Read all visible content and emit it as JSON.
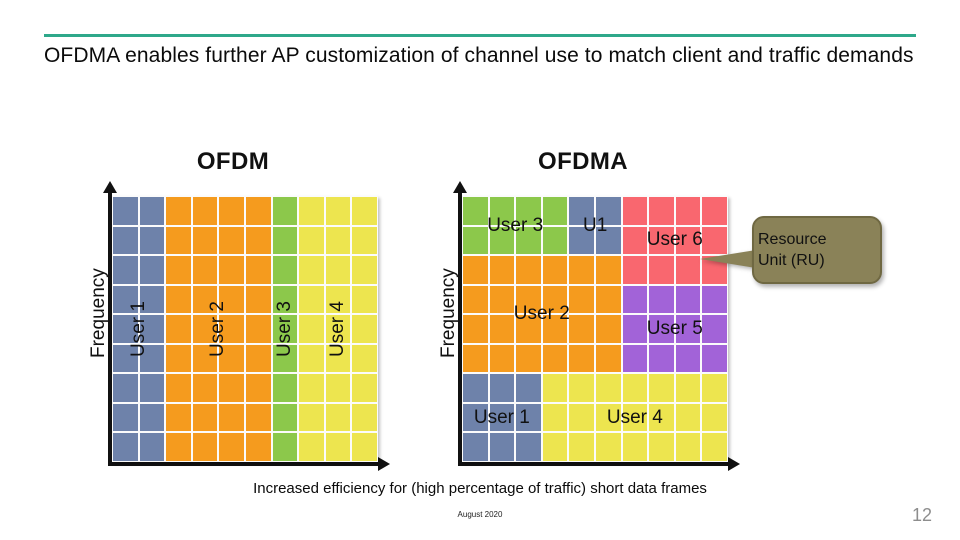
{
  "header": {
    "title": "OFDMA enables further AP customization of channel use to match client and traffic demands",
    "rule_color": "#2EA88A"
  },
  "palette": {
    "blue": "#6E82AA",
    "orange": "#F59B1E",
    "green": "#8CC84B",
    "yellow": "#EDE54F",
    "red": "#F9676F",
    "purple": "#A263D8",
    "grid_line": "#fbfbfb",
    "axis": "#111111",
    "callout_fill": "#8A8258"
  },
  "chart_data": [
    {
      "type": "heatmap",
      "title": "OFDM",
      "xlabel": "",
      "ylabel": "Frequency",
      "columns": 10,
      "rows": 9,
      "grid": true,
      "regions": [
        {
          "label": "User 1",
          "color": "#6E82AA",
          "col_start": 1,
          "col_span": 2,
          "row_start": 1,
          "row_span": 9,
          "orientation": "vertical"
        },
        {
          "label": "User 2",
          "color": "#F59B1E",
          "col_start": 3,
          "col_span": 4,
          "row_start": 1,
          "row_span": 9,
          "orientation": "vertical"
        },
        {
          "label": "User 3",
          "color": "#8CC84B",
          "col_start": 7,
          "col_span": 1,
          "row_start": 1,
          "row_span": 9,
          "orientation": "vertical"
        },
        {
          "label": "User 4",
          "color": "#EDE54F",
          "col_start": 8,
          "col_span": 3,
          "row_start": 1,
          "row_span": 9,
          "orientation": "vertical"
        }
      ]
    },
    {
      "type": "heatmap",
      "title": "OFDMA",
      "xlabel": "",
      "ylabel": "Frequency",
      "columns": 10,
      "rows": 9,
      "grid": true,
      "regions": [
        {
          "label": "User 3",
          "color": "#8CC84B",
          "col_start": 1,
          "col_span": 4,
          "row_start": 1,
          "row_span": 2,
          "orientation": "horizontal"
        },
        {
          "label": "U1",
          "color": "#6E82AA",
          "col_start": 5,
          "col_span": 2,
          "row_start": 1,
          "row_span": 2,
          "orientation": "horizontal"
        },
        {
          "label": "User 6",
          "color": "#F9676F",
          "col_start": 7,
          "col_span": 4,
          "row_start": 1,
          "row_span": 3,
          "orientation": "horizontal"
        },
        {
          "label": "User 2",
          "color": "#F59B1E",
          "col_start": 1,
          "col_span": 6,
          "row_start": 3,
          "row_span": 4,
          "orientation": "horizontal"
        },
        {
          "label": "User 5",
          "color": "#A263D8",
          "col_start": 7,
          "col_span": 4,
          "row_start": 4,
          "row_span": 3,
          "orientation": "horizontal"
        },
        {
          "label": "User 1",
          "color": "#6E82AA",
          "col_start": 1,
          "col_span": 3,
          "row_start": 7,
          "row_span": 3,
          "orientation": "horizontal"
        },
        {
          "label": "User 4",
          "color": "#EDE54F",
          "col_start": 4,
          "col_span": 7,
          "row_start": 7,
          "row_span": 3,
          "orientation": "horizontal"
        }
      ]
    }
  ],
  "callout": {
    "line1": "Resource",
    "line2": "Unit (RU)"
  },
  "footer": {
    "note": "Increased efficiency for (high percentage of traffic) short data frames",
    "date": "August 2020",
    "page_number": "12"
  }
}
